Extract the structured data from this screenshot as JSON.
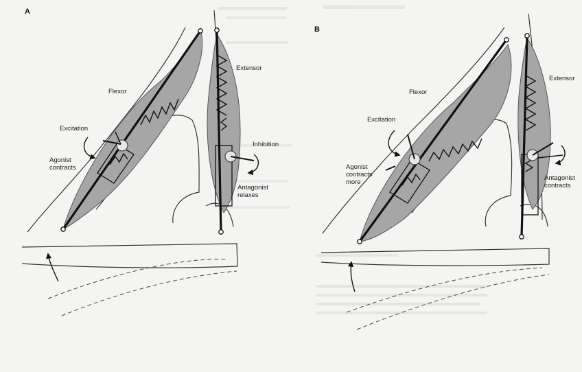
{
  "panel_a": {
    "letter": "A",
    "flexor": "Flexor",
    "extensor": "Extensor",
    "excitation": "Excitation",
    "agonist_line1": "Agonist",
    "agonist_line2": "contracts",
    "inhibition": "Inhibition",
    "antagonist_line1": "Antagonist",
    "antagonist_line2": "relaxes"
  },
  "panel_b": {
    "letter": "B",
    "flexor": "Flexor",
    "extensor": "Extensor",
    "excitation": "Excitation",
    "agonist_line1": "Agonist",
    "agonist_line2": "contracts",
    "agonist_line3": "more",
    "antagonist_line1": "Antagonist",
    "antagonist_line2": "contracts"
  }
}
